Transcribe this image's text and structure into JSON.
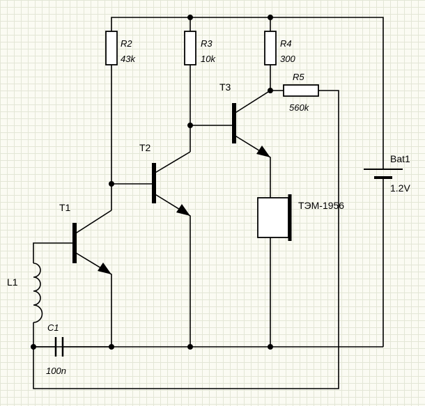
{
  "components": {
    "t1": {
      "name": "T1"
    },
    "t2": {
      "name": "T2"
    },
    "t3": {
      "name": "T3"
    },
    "r2": {
      "name": "R2",
      "value": "43k"
    },
    "r3": {
      "name": "R3",
      "value": "10k"
    },
    "r4": {
      "name": "R4",
      "value": "300"
    },
    "r5": {
      "name": "R5",
      "value": "560k"
    },
    "l1": {
      "name": "L1"
    },
    "c1": {
      "name": "C1",
      "value": "100n"
    },
    "bat1": {
      "name": "Bat1",
      "value": "1.2V"
    },
    "speaker": {
      "name": "ТЭМ-1956"
    }
  }
}
